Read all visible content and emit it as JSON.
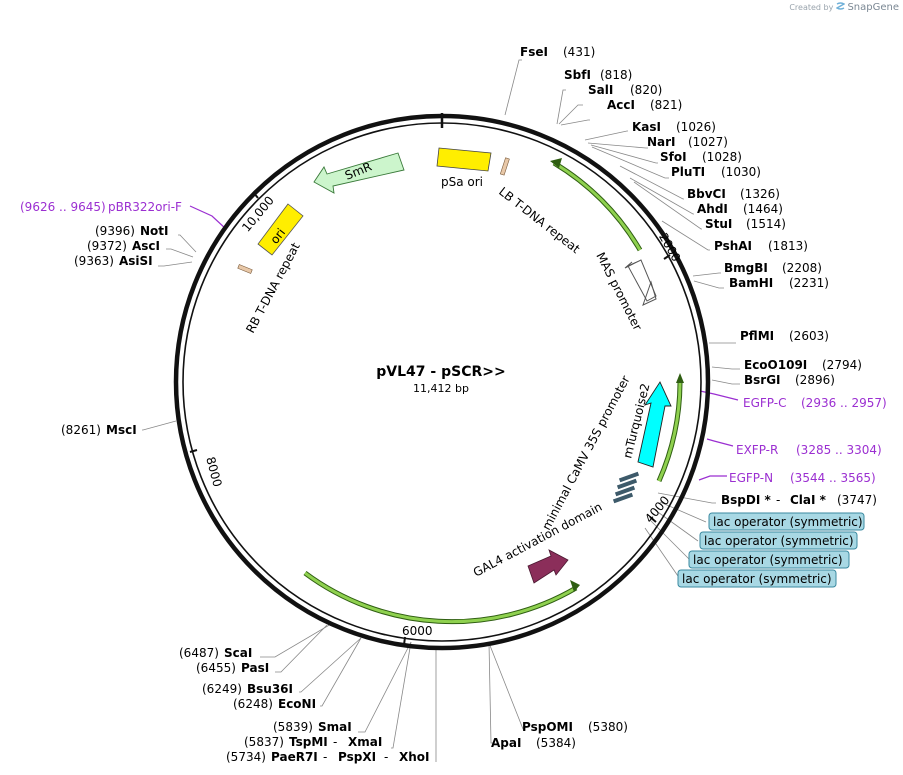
{
  "credit": {
    "prefix": "Created by",
    "brand": "SnapGene",
    "icon": "snapgene-logo-icon"
  },
  "plasmid": {
    "name": "pVL47 - pSCR>>",
    "size": "11,412 bp"
  },
  "ticks": [
    "2000",
    "4000",
    "6000",
    "8000",
    "10,000"
  ],
  "colors": {
    "backbone": "#111111",
    "yellow_feature": "#ffee00",
    "green_arrow": "#6aa82a",
    "smr_fill": "#ccf5cc",
    "cyan_feature": "#00ffff",
    "gal4_fill": "#8b2e5a",
    "primer": "#9b2fd1",
    "lac_box": "#a8d8e4",
    "terminator_bar": "#e8c8a8"
  },
  "features": {
    "psa_ori": "pSa ori",
    "lb_repeat": "LB T-DNA repeat",
    "mas_promoter": "MAS promoter",
    "smr": "SmR",
    "ori": "ori",
    "rb_repeat": "RB T-DNA repeat",
    "mturquoise2": "mTurquoise2",
    "camv_promoter": "minimal CaMV 35S promoter",
    "gal4": "GAL4 activation domain"
  },
  "enzymes_right": [
    {
      "name": "FseI",
      "pos": "(431)"
    },
    {
      "name": "SbfI",
      "pos": "(818)"
    },
    {
      "name": "SalI",
      "pos": "(820)"
    },
    {
      "name": "AccI",
      "pos": "(821)"
    },
    {
      "name": "KasI",
      "pos": "(1026)"
    },
    {
      "name": "NarI",
      "pos": "(1027)"
    },
    {
      "name": "SfoI",
      "pos": "(1028)"
    },
    {
      "name": "PluTI",
      "pos": "(1030)"
    },
    {
      "name": "BbvCI",
      "pos": "(1326)"
    },
    {
      "name": "AhdI",
      "pos": "(1464)"
    },
    {
      "name": "StuI",
      "pos": "(1514)"
    },
    {
      "name": "PshAI",
      "pos": "(1813)"
    },
    {
      "name": "BmgBI",
      "pos": "(2208)"
    },
    {
      "name": "BamHI",
      "pos": "(2231)"
    },
    {
      "name": "PflMI",
      "pos": "(2603)"
    },
    {
      "name": "EcoO109I",
      "pos": "(2794)"
    },
    {
      "name": "BsrGI",
      "pos": "(2896)"
    }
  ],
  "bspdi_clai": {
    "name1": "BspDI *",
    "sep": " - ",
    "name2": "ClaI *",
    "pos": "(3747)"
  },
  "primers_right": [
    {
      "name": "EGFP-C",
      "range": "(2936 .. 2957)"
    },
    {
      "name": "EXFP-R",
      "range": "(3285 .. 3304)"
    },
    {
      "name": "EGFP-N",
      "range": "(3544 .. 3565)"
    }
  ],
  "lac_operators": [
    "lac operator (symmetric)",
    "lac operator (symmetric)",
    "lac operator (symmetric)",
    "lac operator (symmetric)"
  ],
  "enzymes_left": [
    {
      "name": "NotI",
      "pos": "(9396)"
    },
    {
      "name": "AscI",
      "pos": "(9372)"
    },
    {
      "name": "AsiSI",
      "pos": "(9363)"
    },
    {
      "name": "MscI",
      "pos": "(8261)"
    },
    {
      "name": "ScaI",
      "pos": "(6487)"
    },
    {
      "name": "PasI",
      "pos": "(6455)"
    },
    {
      "name": "Bsu36I",
      "pos": "(6249)"
    },
    {
      "name": "EcoNI",
      "pos": "(6248)"
    },
    {
      "name": "SmaI",
      "pos": "(5839)"
    }
  ],
  "primer_left": {
    "name": "pBR322ori-F",
    "range": "(9626 .. 9645)"
  },
  "tspmi_xmai": {
    "name1": "TspMI",
    "sep": " - ",
    "name2": "XmaI",
    "pos": "(5837)"
  },
  "paer7i_row": {
    "name1": "PaeR7I",
    "sep1": " - ",
    "name2": "PspXI",
    "sep2": " - ",
    "name3": "XhoI",
    "pos": "(5734)"
  },
  "enzymes_bottom": [
    {
      "name": "PspOMI",
      "pos": "(5380)"
    },
    {
      "name": "ApaI",
      "pos": "(5384)"
    }
  ]
}
